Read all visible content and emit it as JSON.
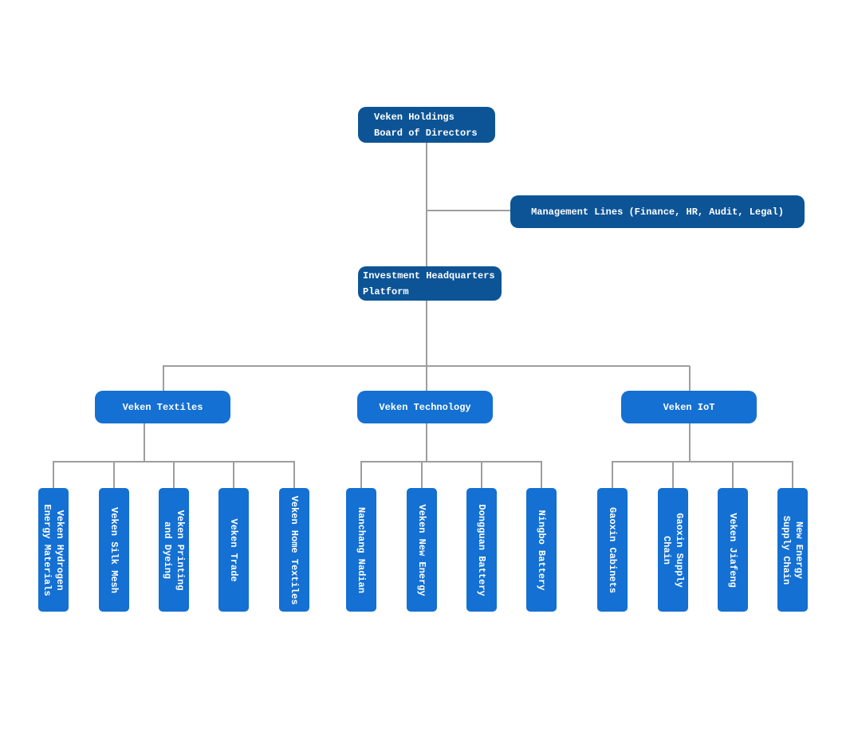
{
  "org": {
    "root": {
      "label": "Veken Holdings\nBoard of Directors"
    },
    "management": {
      "label": "Management Lines (Finance, HR, Audit, Legal)"
    },
    "platform": {
      "label": "Investment Headquarters\nPlatform"
    },
    "branches": [
      {
        "label": "Veken Textiles",
        "children": [
          "Veken Hydrogen\nEnergy Materials",
          "Veken Silk Mesh",
          "Veken Printing\nand Dyeing",
          "Veken Trade",
          "Veken Home Textiles"
        ]
      },
      {
        "label": "Veken Technology",
        "children": [
          "Nanchang Nadian",
          "Veken New Energy",
          "Dongguan Battery",
          "Ningbo Battery"
        ]
      },
      {
        "label": "Veken IoT",
        "children": [
          "Gaoxin Cabinets",
          "Gaoxin Supply\nChain",
          "Veken Jiafeng",
          "New Energy\nSupply Chain"
        ]
      }
    ],
    "colors": {
      "primary_dark": "#0d5496",
      "primary_light": "#1470d2",
      "connector": "#9e9e9e",
      "text": "#ffffff"
    }
  }
}
